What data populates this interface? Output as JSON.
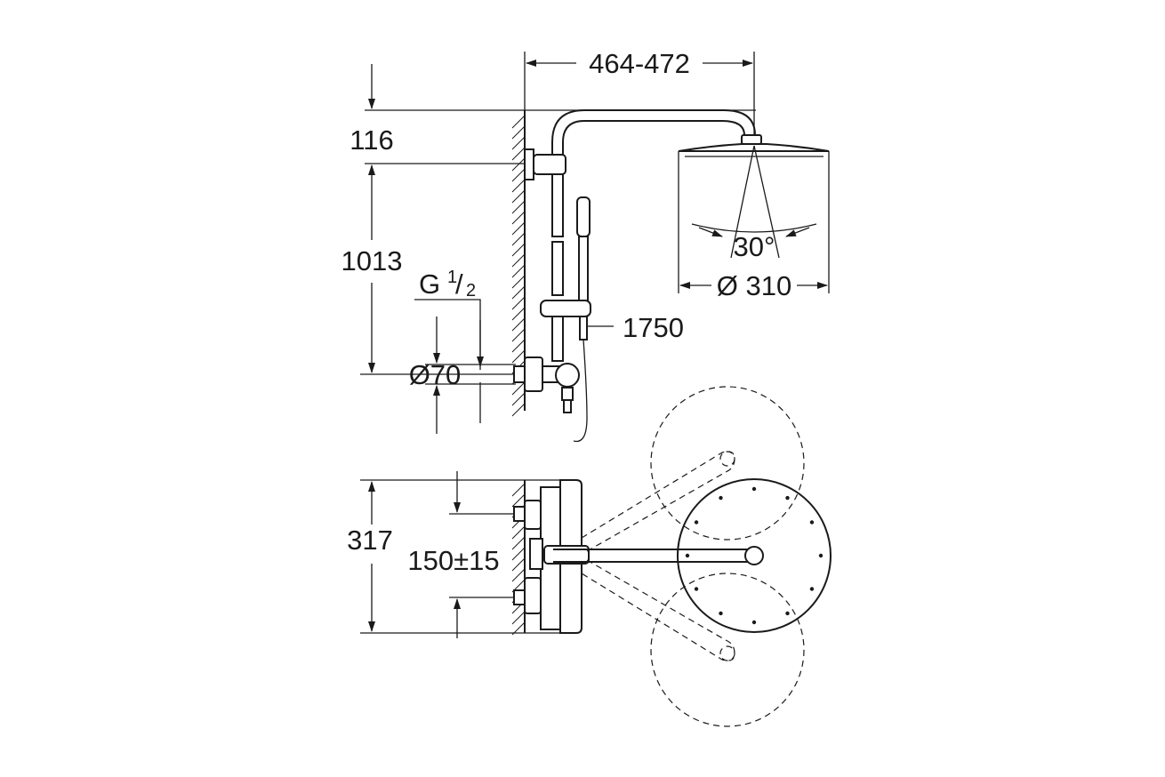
{
  "dimensions": {
    "arm_reach": "464-472",
    "top_offset": "116",
    "outlet_height": "1013",
    "connection_thread": "G",
    "thread_numerator": "1",
    "thread_slash": "/",
    "thread_denominator": "2",
    "body_diameter": "Ø70",
    "spray_angle": "30°",
    "head_diameter": "Ø 310",
    "hose_length": "1750",
    "depth": "317",
    "inlet_centres": "150±15"
  },
  "colors": {
    "line": "#1a1a1a",
    "background": "#ffffff"
  }
}
